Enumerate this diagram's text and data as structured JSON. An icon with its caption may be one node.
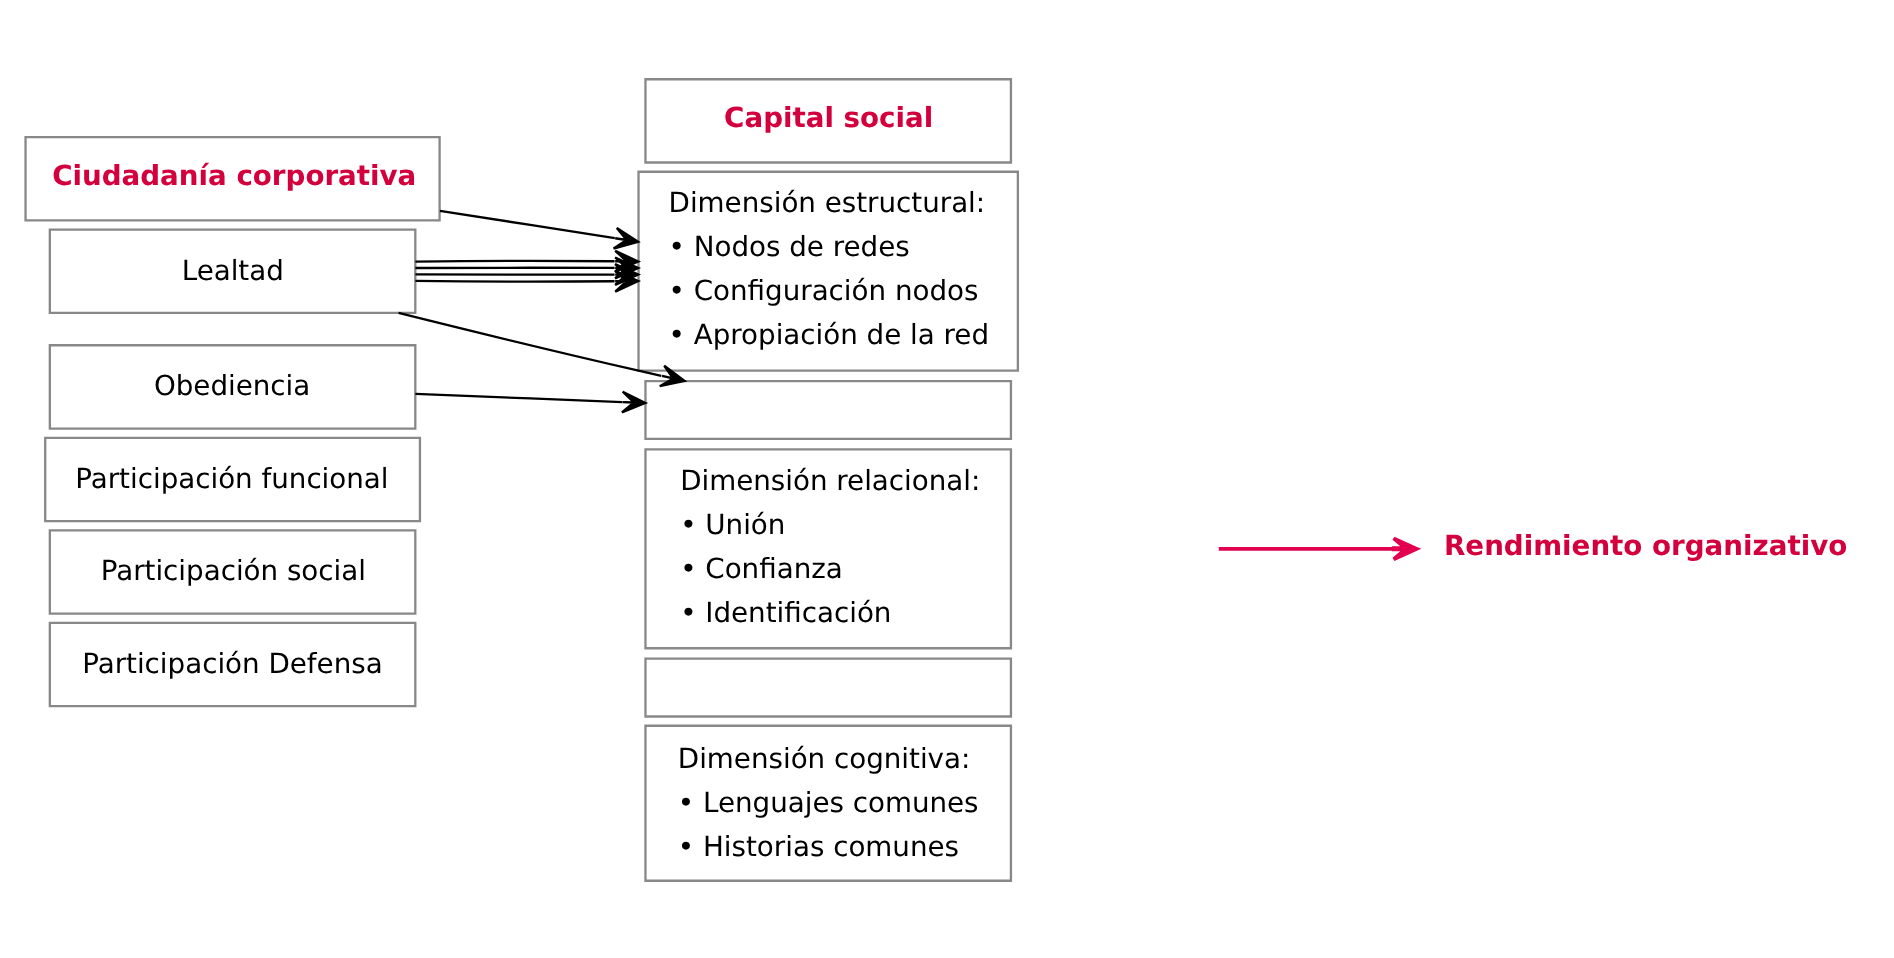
{
  "diagram": {
    "nodes": [
      {
        "text": [
          "Ciudadanía corporativa"
        ]
      },
      {
        "text": [
          "Lealtad"
        ]
      },
      {
        "text": [
          "Obediencia"
        ]
      },
      {
        "text": [
          "Participación funcional"
        ]
      },
      {
        "text": [
          "Participación social"
        ]
      },
      {
        "text": [
          "Participación Defensa"
        ]
      },
      {
        "text": [
          "Capital social"
        ]
      },
      {
        "text": [
          "Dimensión estructural:",
          "• Nodos de redes",
          "• Configuración nodos",
          "• Apropiación de la red"
        ]
      },
      {
        "text": [],
        "shape": "box"
      },
      {
        "text": [
          "Dimensión relacional:",
          "• Unión",
          "• Confianza",
          "• Identificación"
        ]
      },
      {
        "text": [],
        "shape": "box"
      },
      {
        "text": [
          "Dimensión cognitiva:",
          "• Lenguajes comunes",
          "• Historias comunes"
        ]
      },
      {
        "text": [
          "Rendimiento organizativo"
        ]
      }
    ],
    "edges": [
      {
        "from": 0,
        "to": 7,
        "arrow": "to"
      },
      {
        "from": 1,
        "to": 7,
        "arrow": "to"
      },
      {
        "from": 1,
        "to": 7,
        "arrow": "to"
      },
      {
        "from": 1,
        "to": 7,
        "arrow": "to"
      },
      {
        "from": 1,
        "to": 7,
        "arrow": "to"
      },
      {
        "from": 1,
        "to": 8,
        "arrow": "to"
      },
      {
        "from": 2,
        "to": 8,
        "arrow": "to"
      },
      {
        "from": null,
        "to": 12,
        "arrow": "to",
        "color": "#e2004f"
      }
    ]
  }
}
